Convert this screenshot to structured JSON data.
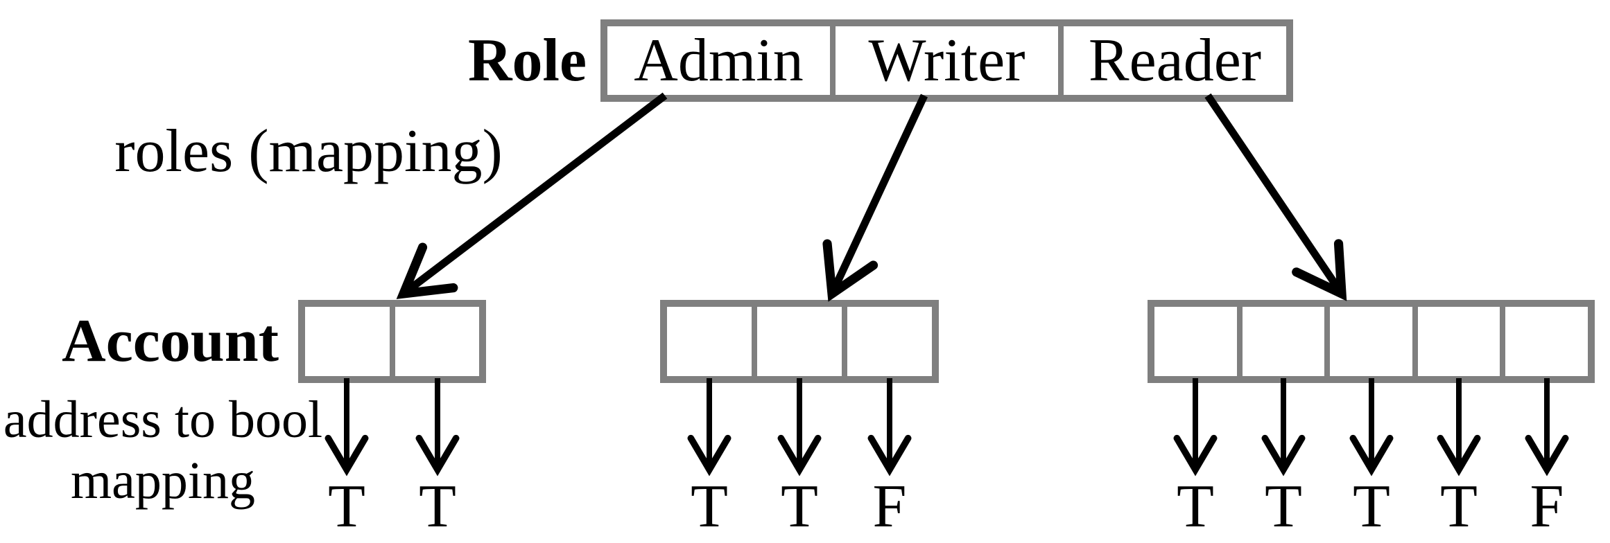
{
  "role_row": {
    "label": "Role",
    "cells": [
      "Admin",
      "Writer",
      "Reader"
    ]
  },
  "labels": {
    "roles_mapping": "roles (mapping)",
    "account": "Account",
    "address_to_bool_line1": "address to bool",
    "address_to_bool_line2": "mapping"
  },
  "account_groups": [
    {
      "arrow_from_role": "Admin",
      "values": [
        "T",
        "T"
      ]
    },
    {
      "arrow_from_role": "Writer",
      "values": [
        "T",
        "T",
        "F"
      ]
    },
    {
      "arrow_from_role": "Reader",
      "values": [
        "T",
        "T",
        "T",
        "T",
        "F"
      ]
    }
  ],
  "colors": {
    "box_border_gray": "#7f7f7f",
    "ink_black": "#000000"
  }
}
